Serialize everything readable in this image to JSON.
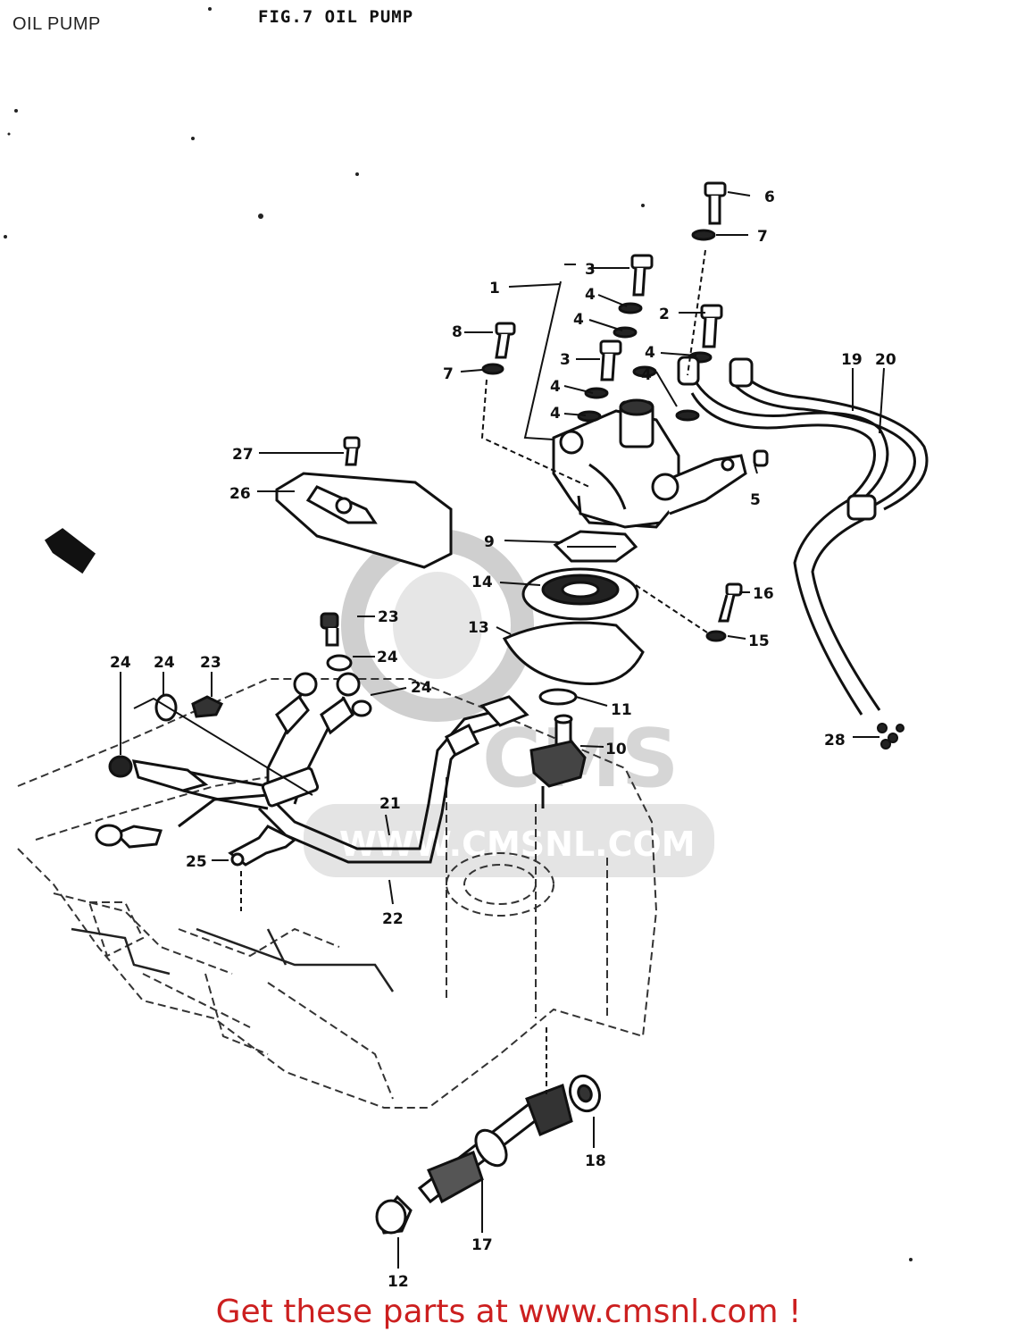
{
  "page": {
    "title": "OIL PUMP",
    "figure_title": "FIG.7  OIL PUMP",
    "footer_link": "Get these parts at www.cmsnl.com !"
  },
  "watermark": {
    "line1": "CMS",
    "line2": "WWW.CMSNL.COM"
  },
  "colors": {
    "footer": "#cc1f1f",
    "ink": "#111111",
    "watermark": "#d8d8d8"
  },
  "callouts": [
    "1",
    "2",
    "3",
    "3",
    "4",
    "4",
    "4",
    "4",
    "4",
    "4",
    "5",
    "6",
    "7",
    "7",
    "8",
    "9",
    "10",
    "11",
    "12",
    "13",
    "14",
    "15",
    "16",
    "17",
    "18",
    "19",
    "20",
    "21",
    "22",
    "23",
    "23",
    "24",
    "24",
    "24",
    "24",
    "25",
    "26",
    "27",
    "28"
  ]
}
